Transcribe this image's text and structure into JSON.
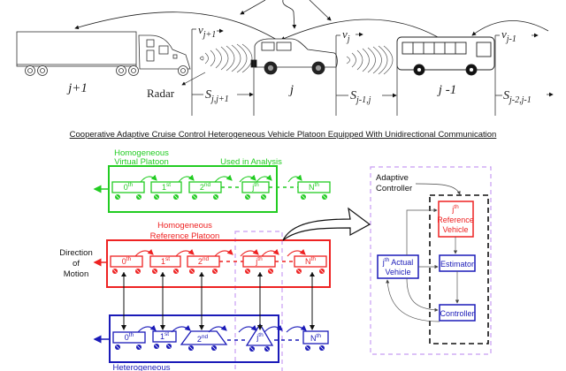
{
  "colors": {
    "green": "#22cc22",
    "red": "#ee2222",
    "blue": "#1a1ab8",
    "lavender": "#c79cf2",
    "black": "#111111",
    "gray": "#555555"
  },
  "scene": {
    "vehicles": [
      {
        "id": "truck",
        "label": "j+1"
      },
      {
        "id": "suv",
        "label": "j"
      },
      {
        "id": "bus",
        "label": "j -1"
      }
    ],
    "velocity_labels": {
      "v_j_plus_1": {
        "base": "v",
        "sub": "j+1"
      },
      "v_j": {
        "base": "v",
        "sub": "j"
      },
      "v_j_minus_1": {
        "base": "v",
        "sub": "j-1"
      }
    },
    "spacing_labels": {
      "s_j_j1": {
        "base": "S",
        "sub": "j,j+1"
      },
      "s_j1_j": {
        "base": "S",
        "sub": "j-1,j"
      },
      "s_j2_j1": {
        "base": "S",
        "sub": "j-2,j-1"
      }
    },
    "radar_label": "Radar"
  },
  "caption": "Cooperative Adaptive Cruise Control Heterogeneous Vehicle Platoon Equipped With Unidirectional Communication",
  "platoons": {
    "virtual": {
      "title_line1": "Homogeneous",
      "title_line2": "Virtual Platoon",
      "note": "Used in Analysis",
      "cars": [
        {
          "base": "0",
          "sup": "th"
        },
        {
          "base": "1",
          "sup": "st"
        },
        {
          "base": "2",
          "sup": "nd"
        },
        {
          "base": "j",
          "sup": "th"
        },
        {
          "base": "N",
          "sup": "th"
        }
      ]
    },
    "reference": {
      "title_line1": "Homogeneous",
      "title_line2": "Reference Platoon",
      "cars": [
        {
          "base": "0",
          "sup": "th"
        },
        {
          "base": "1",
          "sup": "st"
        },
        {
          "base": "2",
          "sup": "nd"
        },
        {
          "base": "j",
          "sup": "th"
        },
        {
          "base": "N",
          "sup": "th"
        }
      ]
    },
    "actual": {
      "title": "Heterogeneous",
      "cars": [
        {
          "base": "0",
          "sup": "th"
        },
        {
          "base": "1",
          "sup": "st"
        },
        {
          "base": "2",
          "sup": "nd"
        },
        {
          "base": "j",
          "sup": "th"
        },
        {
          "base": "N",
          "sup": "th"
        }
      ]
    }
  },
  "direction": {
    "line1": "Direction",
    "line2": "of",
    "line3": "Motion"
  },
  "controller": {
    "title_line1": "Adaptive",
    "title_line2": "Controller",
    "reference_vehicle": {
      "sup_base": "j",
      "sup": "th",
      "line2": "Reference",
      "line3": "Vehicle"
    },
    "actual_vehicle": {
      "base": "j",
      "sup": "th",
      "rest": " Actual",
      "line2": "Vehicle"
    },
    "estimator": "Estimator",
    "controller_block": "Controller"
  }
}
